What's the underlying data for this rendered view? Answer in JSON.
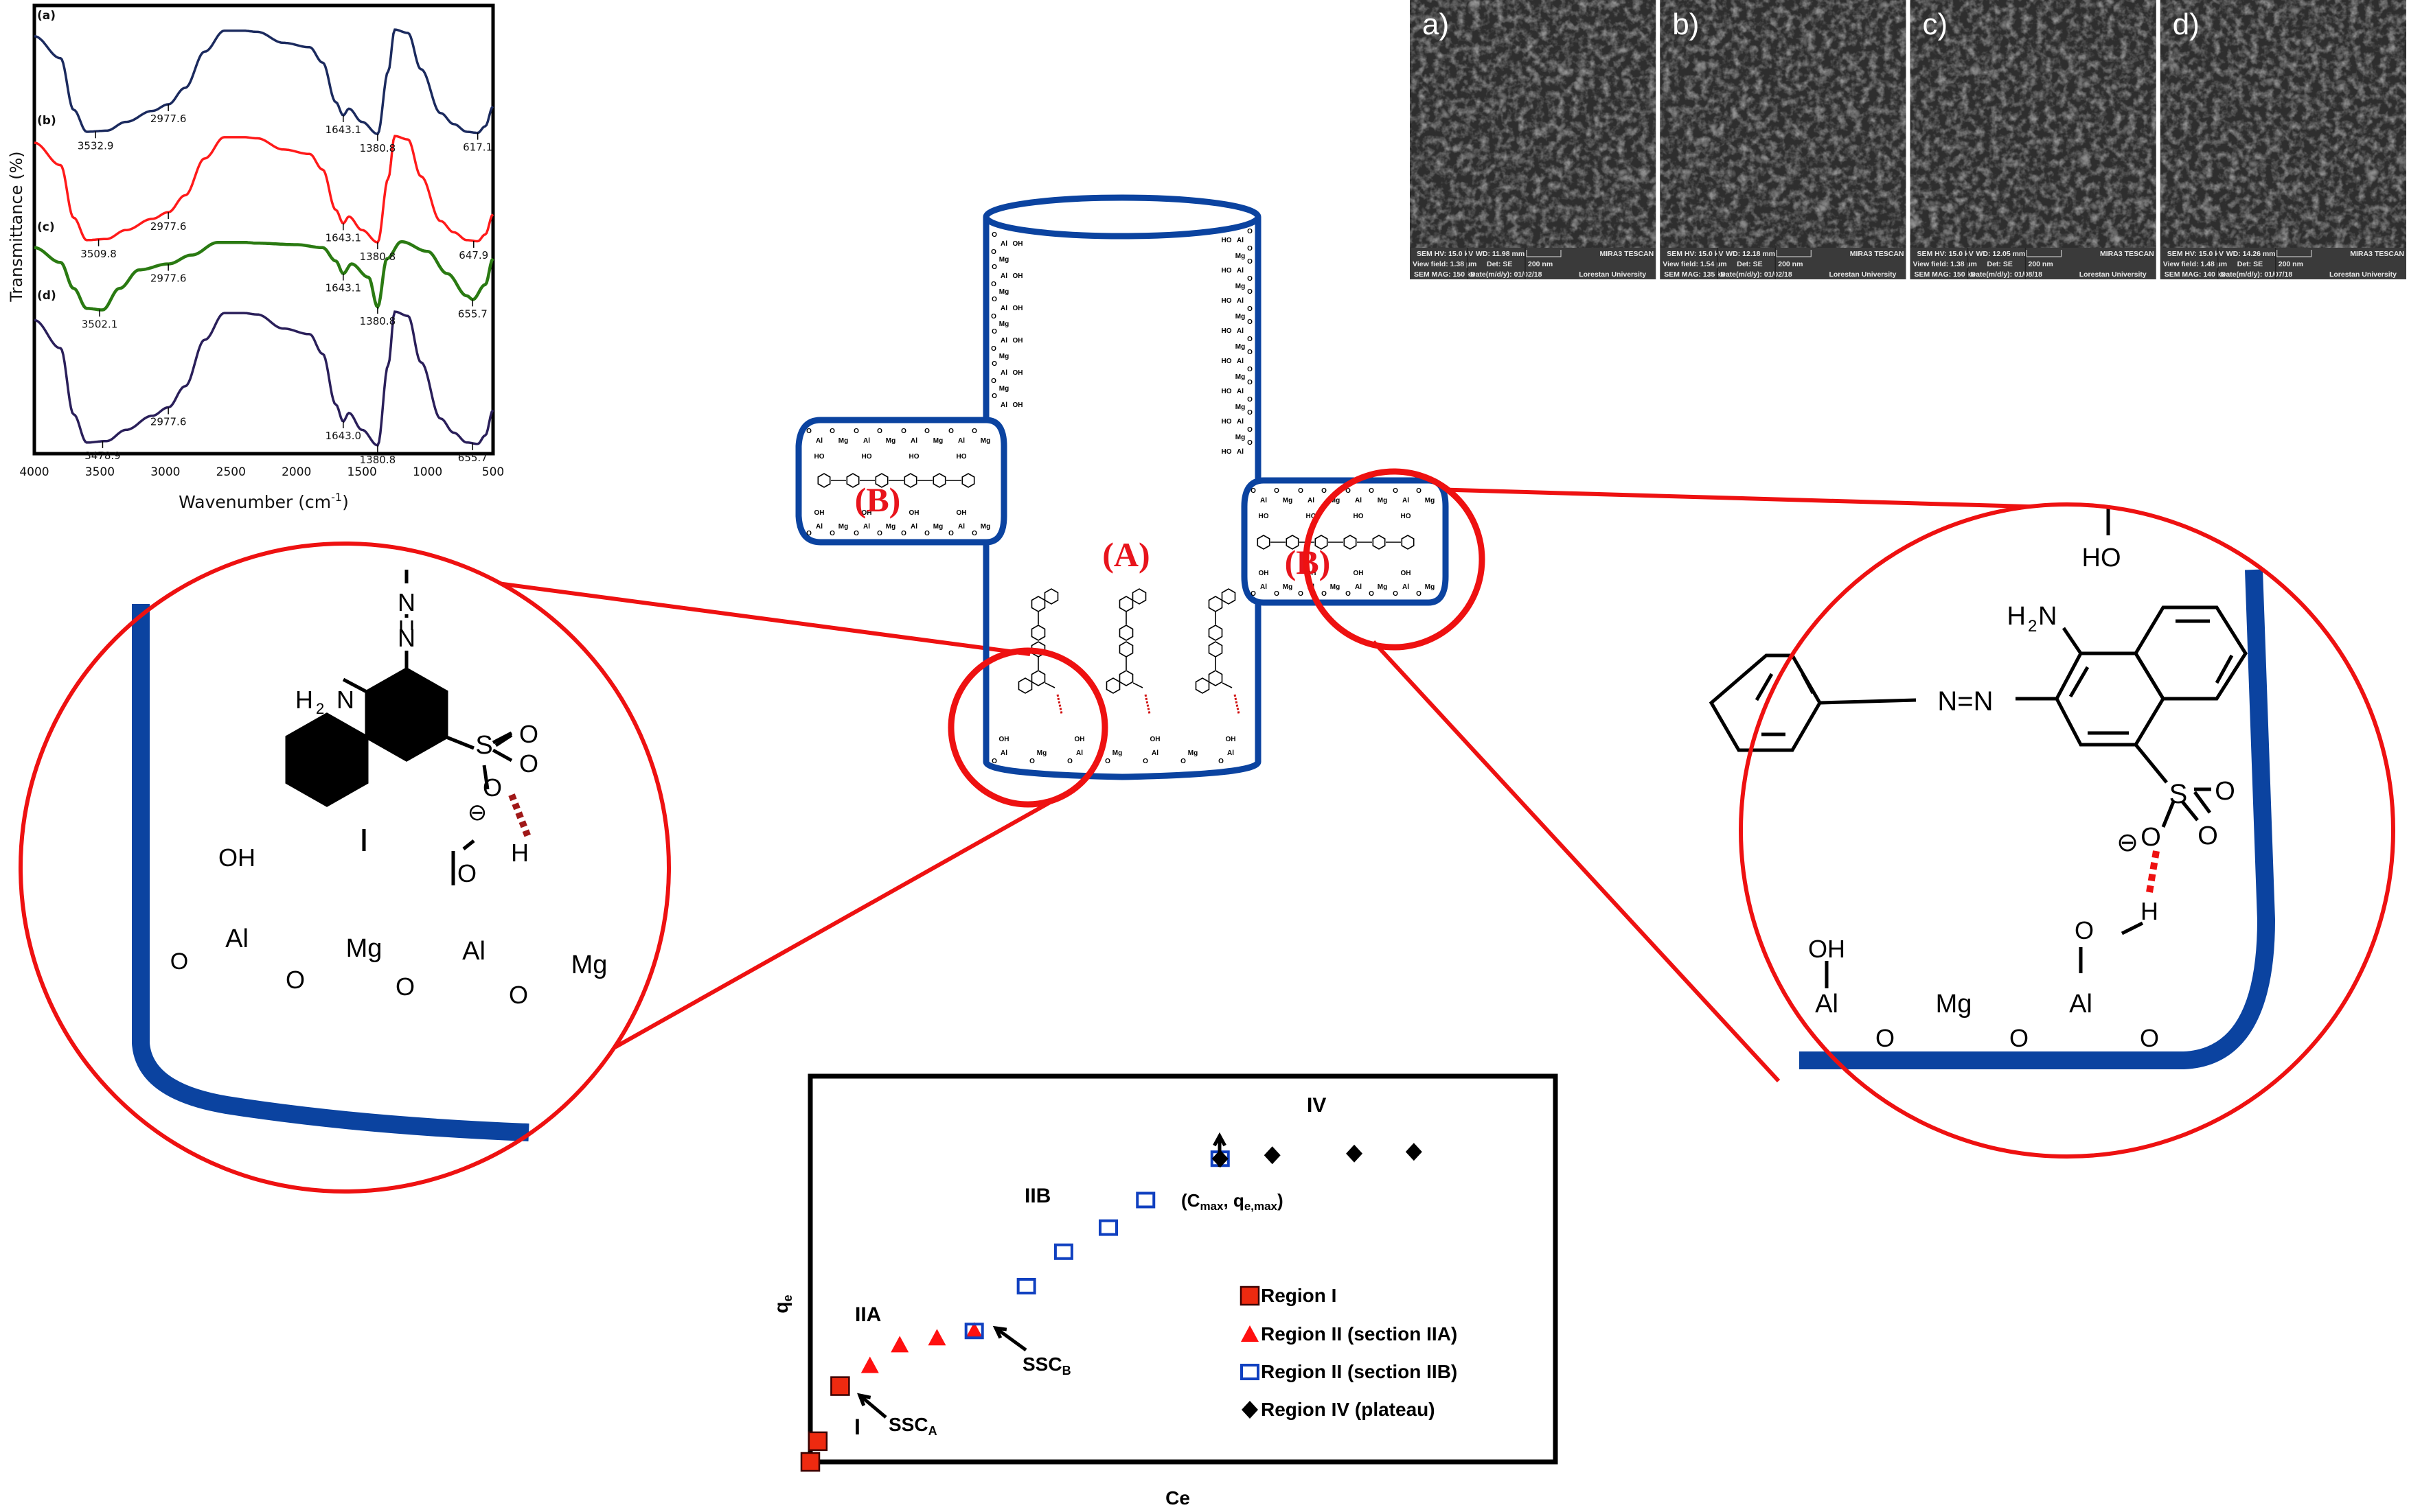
{
  "colors": {
    "curve_a": "#1b2a5e",
    "curve_b": "#ff1a1a",
    "curve_c": "#2a7a12",
    "curve_d": "#2a1f5a",
    "tube_blue": "#0b43a0",
    "zoom_red": "#ee1111",
    "hbond_red": "#d01010",
    "region1": "#ee2a10",
    "region2a": "#ff1010",
    "region2b": "#1040c0",
    "region4": "#000000"
  },
  "ftir": {
    "xlabel": "Wavenumber (cm",
    "xlabel_sup": "-1",
    "xlabel_close": ")",
    "ylabel": "Transmittance (%)",
    "xticks": [
      "4000",
      "3500",
      "3000",
      "2500",
      "2000",
      "1500",
      "1000",
      "500"
    ],
    "series": [
      {
        "label": "(a)",
        "peaks": [
          "3532.9",
          "2977.6",
          "1643.1",
          "1380.8",
          "617.1"
        ]
      },
      {
        "label": "(b)",
        "peaks": [
          "3509.8",
          "2977.6",
          "1643.1",
          "1380.8",
          "647.9"
        ]
      },
      {
        "label": "(c)",
        "peaks": [
          "3502.1",
          "2977.6",
          "1643.1",
          "1380.8",
          "655.7"
        ]
      },
      {
        "label": "(d)",
        "peaks": [
          "3478.9",
          "2977.6",
          "1643.0",
          "1380.8",
          "655.7"
        ]
      }
    ]
  },
  "sem": {
    "panels": [
      {
        "label": "a)",
        "hv": "SEM HV: 15.0 kV",
        "wd": "WD: 11.98 mm",
        "brand": "MIRA3 TESCAN",
        "view": "View field: 1.38 µm",
        "det": "Det: SE",
        "scale": "200 nm",
        "mag": "SEM MAG: 150 kx",
        "date": "Date(m/d/y): 01/02/18",
        "univ": "Lorestan University"
      },
      {
        "label": "b)",
        "hv": "SEM HV: 15.0 kV",
        "wd": "WD: 12.18 mm",
        "brand": "MIRA3 TESCAN",
        "view": "View field: 1.54 µm",
        "det": "Det: SE",
        "scale": "200 nm",
        "mag": "SEM MAG: 135 kx",
        "date": "Date(m/d/y): 01/02/18",
        "univ": "Lorestan University"
      },
      {
        "label": "c)",
        "hv": "SEM HV: 15.0 kV",
        "wd": "WD: 12.05 mm",
        "brand": "MIRA3 TESCAN",
        "view": "View field: 1.38 µm",
        "det": "Det: SE",
        "scale": "200 nm",
        "mag": "SEM MAG: 150 kx",
        "date": "Date(m/d/y): 01/08/18",
        "univ": "Lorestan University"
      },
      {
        "label": "d)",
        "hv": "SEM HV: 15.0 kV",
        "wd": "WD: 14.26 mm",
        "brand": "MIRA3 TESCAN",
        "view": "View field: 1.48 µm",
        "det": "Det: SE",
        "scale": "200 nm",
        "mag": "SEM MAG: 140 kx",
        "date": "Date(m/d/y): 01/07/18",
        "univ": "Lorestan University"
      }
    ]
  },
  "pore": {
    "label_a": "(A)",
    "label_b": "(B)",
    "wall_group": [
      "O",
      "Al",
      "OH",
      "Mg",
      "HO"
    ]
  },
  "zoom_left": {
    "azo": "N",
    "amine": "H",
    "amine_sub": "2",
    "amine_n": "N",
    "sulfur": "S",
    "oxygen": "O",
    "minus": "⊖",
    "hydrogen": "H",
    "hydroxyl": "OH",
    "al": "Al",
    "mg": "Mg",
    "mg_cut": "Mg"
  },
  "zoom_right": {
    "hydroxyl_top": "HO",
    "amine": "H",
    "amine_sub": "2",
    "amine_n": "N",
    "azo": "N=N",
    "sulfur": "S",
    "oxygen": "O",
    "minus": "⊖",
    "hydrogen": "H",
    "hydroxyl": "OH",
    "al": "Al",
    "mg": "Mg"
  },
  "chart_data": {
    "type": "scatter",
    "title": "",
    "xlabel": "Ce",
    "ylabel": "q",
    "ylabel_sub": "e",
    "xlim": [
      0,
      100
    ],
    "ylim": [
      0,
      100
    ],
    "grid": false,
    "legend_position": "bottom-right",
    "series": [
      {
        "name": "Region I",
        "marker": "filled-square",
        "points": [
          [
            0,
            0
          ],
          [
            1,
            6
          ],
          [
            4,
            22
          ]
        ]
      },
      {
        "name": "Region II (section IIA)",
        "marker": "filled-triangle",
        "points": [
          [
            8,
            28
          ],
          [
            12,
            34
          ],
          [
            17,
            36
          ],
          [
            22,
            38
          ]
        ]
      },
      {
        "name": "Region II (section IIB)",
        "marker": "open-square",
        "points": [
          [
            22,
            38
          ],
          [
            29,
            51
          ],
          [
            34,
            61
          ],
          [
            40,
            68
          ],
          [
            45,
            76
          ],
          [
            55,
            88
          ]
        ]
      },
      {
        "name": "Region IV (plateau)",
        "marker": "filled-diamond",
        "points": [
          [
            55,
            88
          ],
          [
            62,
            89
          ],
          [
            73,
            89.5
          ],
          [
            81,
            90
          ]
        ]
      }
    ],
    "annotations": [
      {
        "text": "I"
      },
      {
        "text": "IIA"
      },
      {
        "text": "IIB"
      },
      {
        "text": "IV"
      },
      {
        "text": "SSC",
        "sub": "A"
      },
      {
        "text": "SSC",
        "sub": "B"
      },
      {
        "text": "(C",
        "sub1": "max",
        "mid": ", q",
        "sub2": "e,max",
        "close": ")"
      }
    ]
  }
}
